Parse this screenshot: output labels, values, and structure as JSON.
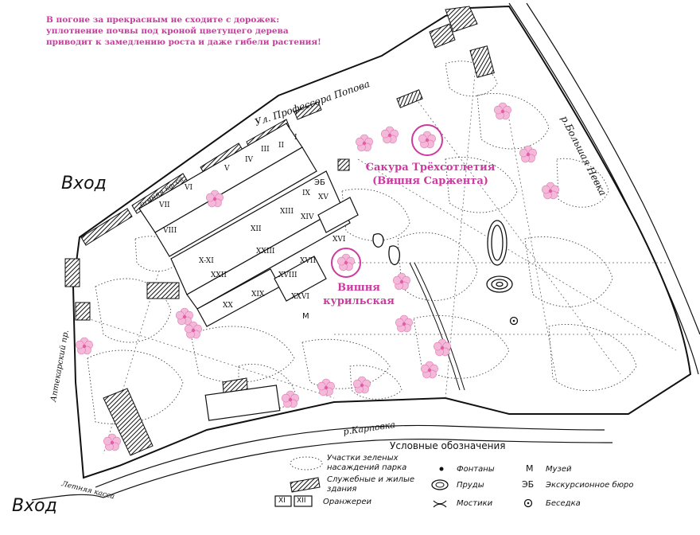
{
  "note": {
    "lines": [
      "В погоне за прекрасным не сходите с дорожек:",
      "уплотнение почвы под кроной цветущего дерева",
      "приводит к замедлению роста и даже гибели растения!"
    ]
  },
  "entrances": {
    "top": "Вход",
    "bottom": "Вход"
  },
  "streets": {
    "prof_popova": "Ул. Профессора Попова",
    "bolshaya_nevka": "р.Большая Невка",
    "karpovka": "р.Карповка",
    "aptekarsky": "Аптекарский пр."
  },
  "kassy": {
    "winter": "Зимняя касса",
    "summer": "Летняя касса"
  },
  "highlights": {
    "sakura": [
      "Сакура Трёхсотлетия",
      "(Вишня Саржента)"
    ],
    "vishnya": [
      "Вишня",
      "курильская"
    ]
  },
  "greenhouses": [
    "I",
    "II",
    "III",
    "IV",
    "V",
    "VI",
    "VII",
    "VIII",
    "IX",
    "X-XI",
    "XII",
    "XIII",
    "XIV",
    "XV",
    "XVI",
    "XVII",
    "XVIII",
    "XIX",
    "XX",
    "XXII",
    "XXIII",
    "XXVI"
  ],
  "map_marks": {
    "eb": "ЭБ",
    "museum": "М"
  },
  "legend": {
    "title": "Условные обозначения",
    "green": [
      "Участки зеленых",
      "насаждений парка"
    ],
    "buildings": [
      "Служебные и жилые",
      "здания"
    ],
    "greenhouse_label": "Оранжереи",
    "greenhouse_sample": [
      "XI",
      "XII"
    ],
    "fountains": "Фонтаны",
    "ponds": "Пруды",
    "bridges": "Мостики",
    "museum_key": "М",
    "museum": "Музей",
    "eb_key": "ЭБ",
    "eb": "Экскурсионное бюро",
    "gazebo": "Беседка"
  },
  "colors": {
    "accent_pink": "#cc3aa0",
    "ink": "#111111",
    "blossom": "#f4b8d8"
  }
}
